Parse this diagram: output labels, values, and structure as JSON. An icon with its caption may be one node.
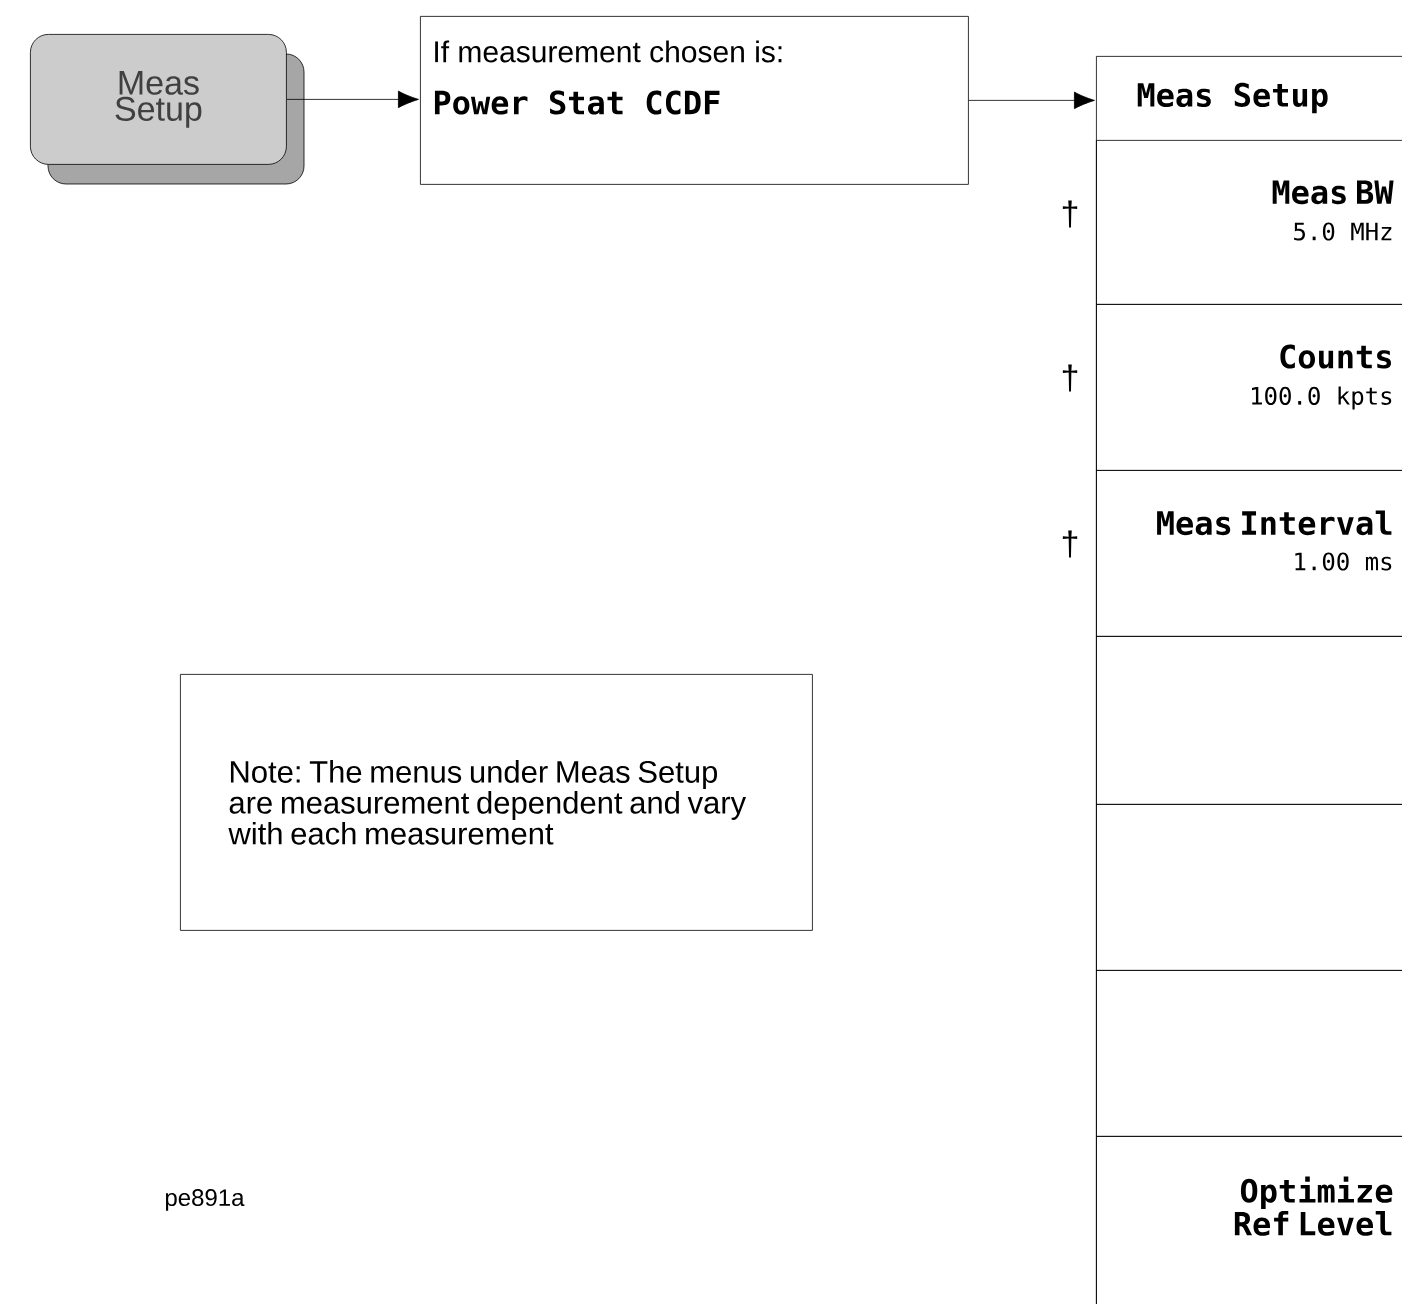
{
  "diagram": {
    "nodes": [
      {
        "text": [
          "Meas Setup"
        ]
      },
      {
        "text": [
          "If measurement chosen is:",
          "Power Stat CCDF"
        ]
      },
      {
        "text": [
          "Meas Setup"
        ]
      },
      {
        "text": [
          "Meas BW",
          "5.0 MHz"
        ],
        "beside": [
          "†"
        ],
        "in": 2
      },
      {
        "text": [
          "Counts",
          "100.0 kpts"
        ],
        "beside": [
          "†"
        ],
        "in": 2
      },
      {
        "text": [
          "Meas Interval",
          "1.00 ms"
        ],
        "beside": [
          "†"
        ],
        "in": 2
      },
      {
        "text": [],
        "shape": "box",
        "in": 2
      },
      {
        "text": [],
        "shape": "box",
        "in": 2
      },
      {
        "text": [],
        "shape": "box",
        "in": 2
      },
      {
        "text": [
          "Optimize Ref Level"
        ],
        "in": 2
      },
      {
        "text": [
          "Note: The menus under Meas Setup are measurement dependent and vary with each measurement"
        ]
      }
    ],
    "edges": [
      {
        "from": 0,
        "to": 1,
        "arrow": "to"
      },
      {
        "from": 1,
        "to": 2,
        "arrow": "to"
      }
    ],
    "labels": [
      "pe891a"
    ]
  }
}
